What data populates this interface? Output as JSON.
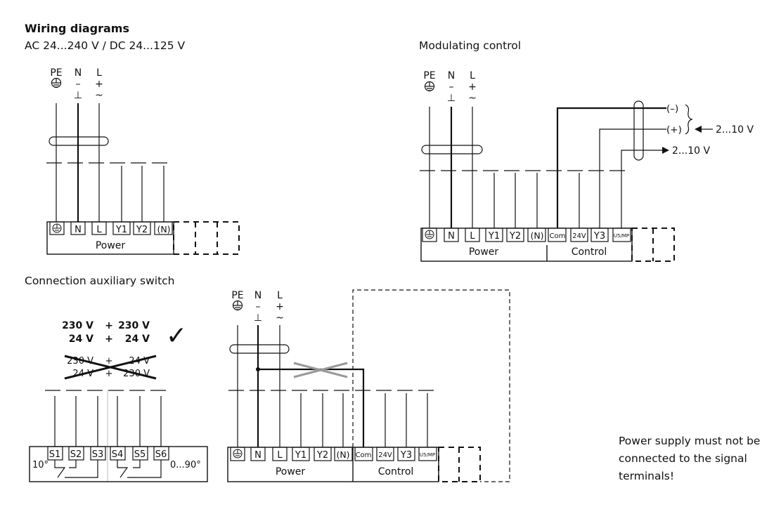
{
  "headings": {
    "title": "Wiring diagrams",
    "supply": "AC 24...240 V / DC 24...125 V",
    "modulating": "Modulating control",
    "auxiliary": "Connection auxiliary switch"
  },
  "note": "Power supply must not be connected to the signal terminals!",
  "supply_labels": {
    "pe": "PE",
    "n": "N",
    "l": "L",
    "minus": "–",
    "plus": "+",
    "ground": "⊥",
    "tilde": "~"
  },
  "terminals": {
    "earth": "⏚",
    "n": "N",
    "l": "L",
    "y1": "Y1",
    "y2": "Y2",
    "n_paren": "(N)",
    "com": "Com",
    "v24": "24V",
    "y3": "Y3",
    "u5mp": "U5/MP"
  },
  "blocks": {
    "power": "Power",
    "control": "Control"
  },
  "signals": {
    "neg": "(–)",
    "pos": "(+)",
    "input": "2...10 V",
    "output": "2...10 V"
  },
  "aux": {
    "ok_row1": [
      "230 V",
      "+",
      "230 V"
    ],
    "ok_row2": [
      "24 V",
      "+",
      "24 V"
    ],
    "bad_row1": [
      "230 V",
      "+",
      "24 V"
    ],
    "bad_row2": [
      "24 V",
      "+",
      "230 V"
    ],
    "checkmark": "✓",
    "switches": [
      "S1",
      "S2",
      "S3",
      "S4",
      "S5",
      "S6"
    ],
    "left_angle": "10°",
    "right_range": "0...90°"
  }
}
